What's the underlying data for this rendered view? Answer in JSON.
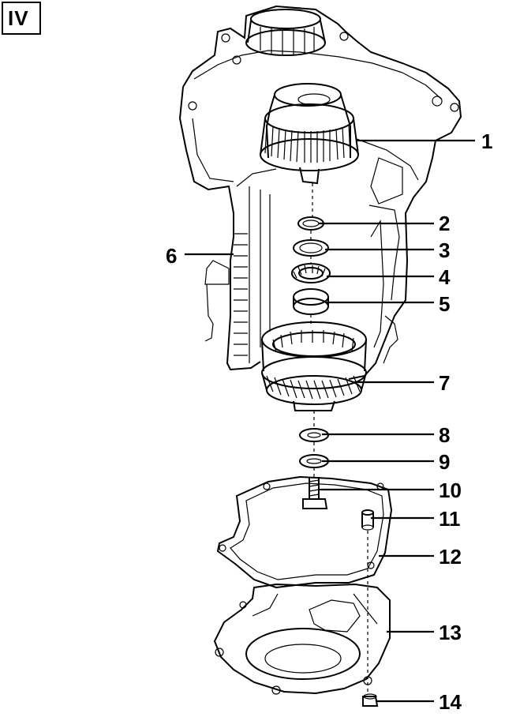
{
  "section_marker": "IV",
  "callouts": [
    {
      "n": "1"
    },
    {
      "n": "2"
    },
    {
      "n": "3"
    },
    {
      "n": "4"
    },
    {
      "n": "5"
    },
    {
      "n": "6"
    },
    {
      "n": "7"
    },
    {
      "n": "8"
    },
    {
      "n": "9"
    },
    {
      "n": "10"
    },
    {
      "n": "11"
    },
    {
      "n": "12"
    },
    {
      "n": "13"
    },
    {
      "n": "14"
    }
  ]
}
